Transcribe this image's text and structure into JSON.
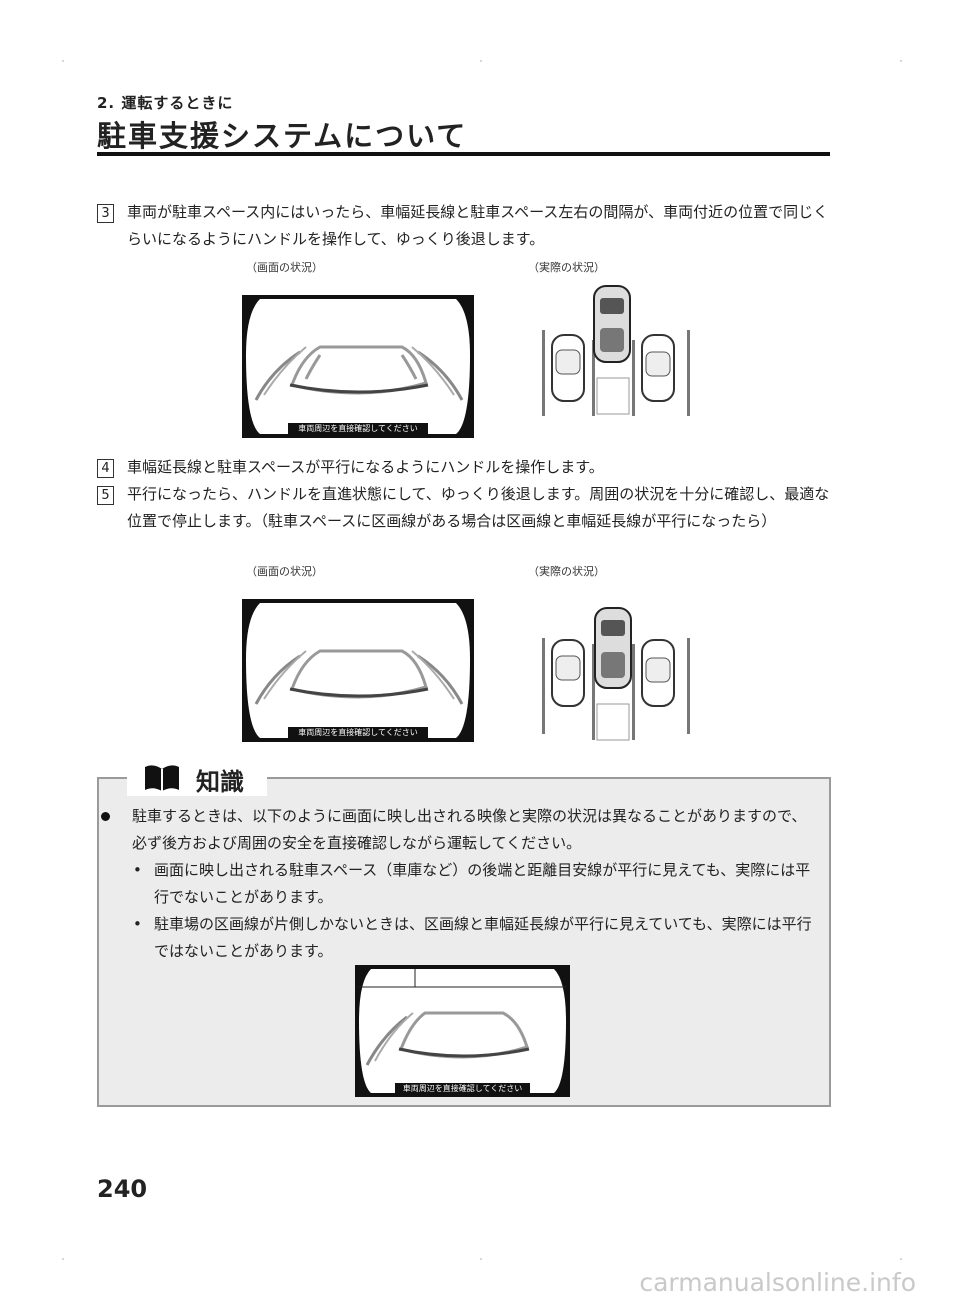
{
  "header": {
    "section": "2. 運転するときに",
    "title": "駐車支援システムについて"
  },
  "steps": [
    {
      "num": "3",
      "text": "車両が駐車スペース内にはいったら、車幅延長線と駐車スペース左右の間隔が、車両付近の位置で同じくらいになるようにハンドルを操作して、ゆっくり後退します。"
    },
    {
      "num": "4",
      "text": "車幅延長線と駐車スペースが平行になるようにハンドルを操作します。"
    },
    {
      "num": "5",
      "text": "平行になったら、ハンドルを直進状態にして、ゆっくり後退します。周囲の状況を十分に確認し、最適な位置で停止します。（駐車スペースに区画線がある場合は区画線と車幅延長線が平行になったら）"
    }
  ],
  "figures": {
    "caption_screen": "（画面の状況）",
    "caption_actual": "（実際の状況）",
    "screen_banner": "車両周辺を直接確認してください"
  },
  "note": {
    "title": "知識",
    "main": "駐車するときは、以下のように画面に映し出される映像と実際の状況は異なることがありますので、必ず後方および周囲の安全を直接確認しながら運転してください。",
    "subs": [
      "画面に映し出される駐車スペース（車庫など）の後端と距離目安線が平行に見えても、実際には平行でないことがあります。",
      "駐車場の区画線が片側しかないときは、区画線と車幅延長線が平行に見えていても、実際には平行ではないことがあります。"
    ]
  },
  "page_number": "240",
  "watermark": "carmanualsonline.info"
}
